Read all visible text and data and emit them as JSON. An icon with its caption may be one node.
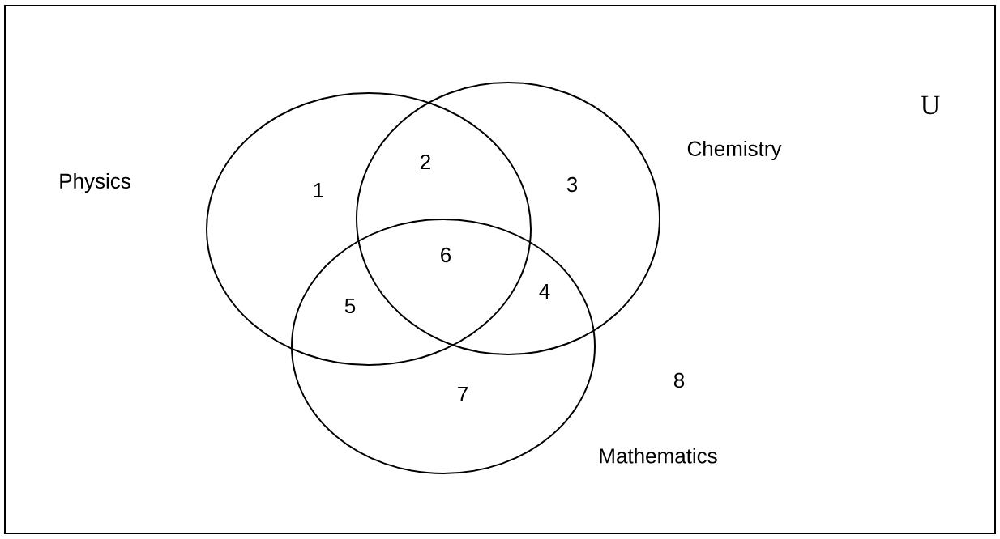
{
  "diagram": {
    "nodes": [
      {
        "text": [
          "U"
        ]
      },
      {
        "text": [
          "Physics"
        ],
        "in": 0
      },
      {
        "text": [
          "Chemistry"
        ],
        "in": 0
      },
      {
        "text": [
          "Mathematics"
        ],
        "in": 0
      }
    ],
    "labels": [
      "1",
      "2",
      "3",
      "4",
      "5",
      "6",
      "7",
      "8"
    ]
  }
}
